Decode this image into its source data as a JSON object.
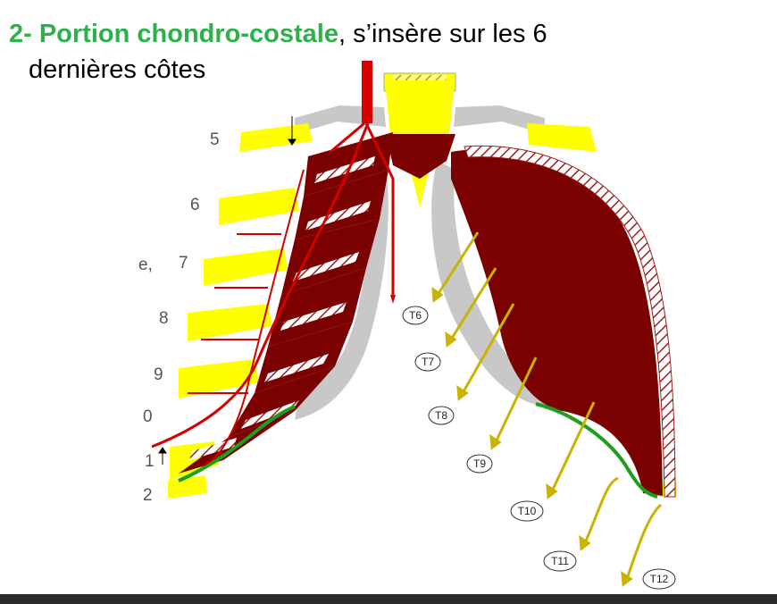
{
  "heading": {
    "strong": "2- Portion chondro-costale",
    "rest": ", s’insère sur les 6",
    "line2": "dernières  côtes"
  },
  "rib_labels": [
    "5",
    "6",
    "e,",
    "7",
    "8",
    "9",
    "0",
    "1",
    "2"
  ],
  "nerve_labels": [
    "T6",
    "T7",
    "T8",
    "T9",
    "T10",
    "T11",
    "T12"
  ],
  "colors": {
    "accent_title": "#2eb04b",
    "muscle": "#7b0000",
    "cartilage": "#ffff00",
    "bone": "#c8c8c8",
    "artery": "#d40000",
    "nerve": "#c8b400",
    "insertion_line": "#1aa01a"
  }
}
